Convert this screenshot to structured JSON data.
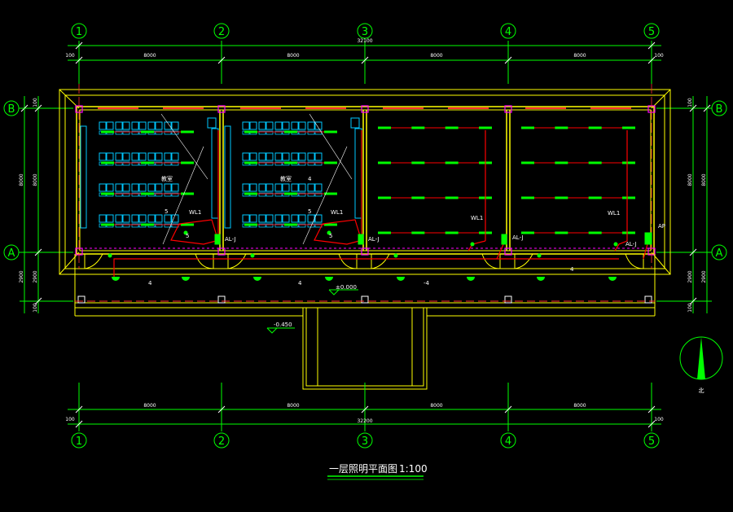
{
  "axes_columns": [
    "1",
    "2",
    "3",
    "4",
    "5"
  ],
  "axes_rows": [
    "B",
    "A"
  ],
  "dims_top": {
    "overall": "32100",
    "edge_left": "100",
    "edge_right": "100",
    "spans": [
      "8000",
      "8000",
      "8000",
      "8000"
    ]
  },
  "dims_bottom": {
    "overall": "32200",
    "edge_left": "100",
    "edge_right": "100",
    "spans": [
      "8000",
      "8000",
      "8000",
      "8000"
    ]
  },
  "dims_side": {
    "top": "100",
    "bay": "8000",
    "corridor": "2900",
    "bottom": "100"
  },
  "room_labels": [
    "教室",
    "教室"
  ],
  "circuit_labels": {
    "wl1": "WL1",
    "al_j": "AL-J",
    "ap": "AP",
    "n4": "4",
    "n5": "5",
    "neg4": "-4"
  },
  "levels": {
    "floor": "±0.000",
    "outdoor": "-0.450"
  },
  "compass": {
    "north": "北"
  },
  "drawing_title": "一层照明平面图",
  "drawing_scale": "1:100",
  "colors": {
    "grid": "#00ff00",
    "wall": "#ffff00",
    "column": "#ff00ff",
    "lighting": "#00ff00",
    "wiring": "#ff0000",
    "furniture": "#00c8ff",
    "text": "#ffffff"
  }
}
